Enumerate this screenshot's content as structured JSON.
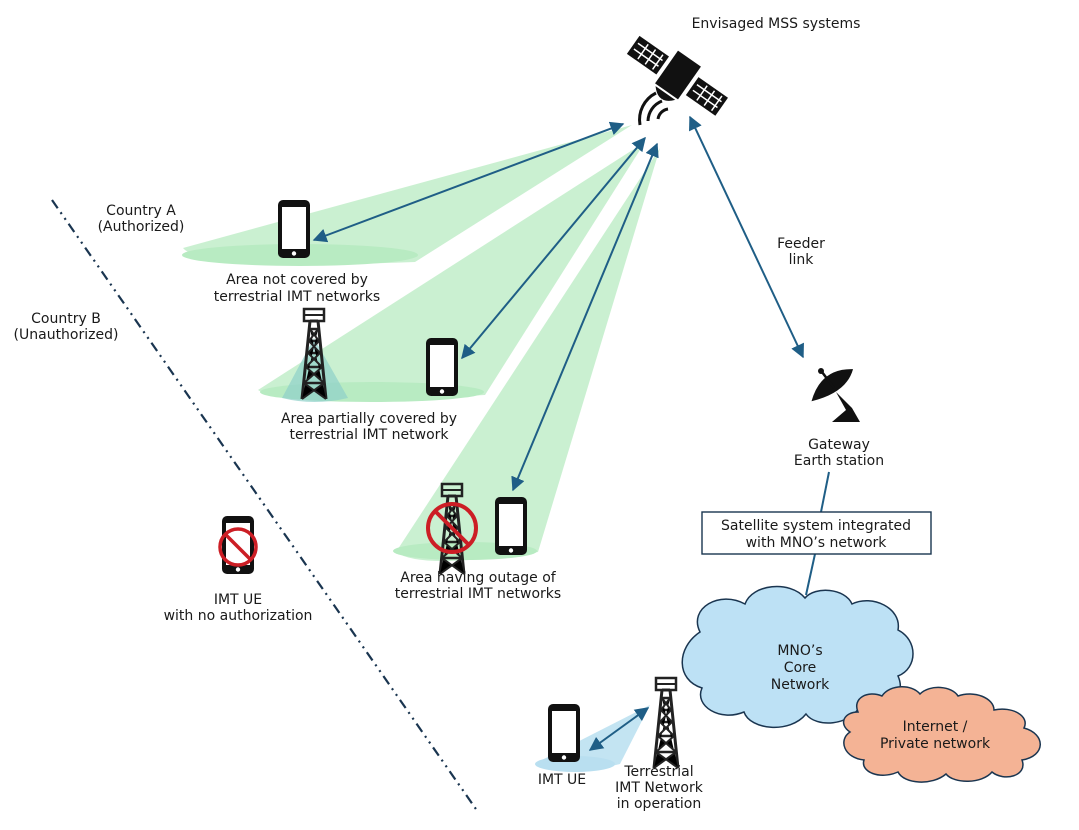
{
  "satellite": {
    "label": "Envisaged MSS systems"
  },
  "border": {
    "country_a": {
      "line1": "Country A",
      "line2": "(Authorized)"
    },
    "country_b": {
      "line1": "Country B",
      "line2": "(Unauthorized)"
    }
  },
  "areas": {
    "not_covered": {
      "line1": "Area not covered by",
      "line2": "terrestrial IMT networks"
    },
    "partial": {
      "line1": "Area partially covered by",
      "line2": "terrestrial IMT network"
    },
    "outage": {
      "line1": "Area having outage of",
      "line2": "terrestrial IMT networks"
    }
  },
  "unauthorized_ue": {
    "line1": "IMT UE",
    "line2": "with no authorization"
  },
  "feeder_link": {
    "line1": "Feeder",
    "line2": "link"
  },
  "gateway": {
    "line1": "Gateway",
    "line2": "Earth station"
  },
  "integration_box": {
    "line1": "Satellite system integrated",
    "line2": "with MNO’s network"
  },
  "core_network": {
    "line1": "MNO’s",
    "line2": "Core",
    "line3": "Network"
  },
  "internet": {
    "line1": "Internet /",
    "line2": "Private network"
  },
  "terrestrial": {
    "ue_label": "IMT UE",
    "tower_line1": "Terrestrial",
    "tower_line2": "IMT Network",
    "tower_line3": "in operation"
  },
  "colors": {
    "beam": "#b8ebc2",
    "arrow": "#1f5e86",
    "cloud_core": "#bde1f5",
    "cloud_internet": "#f4b395",
    "prohibit": "#cc1e25",
    "ground_beam": "#b9dff0"
  }
}
